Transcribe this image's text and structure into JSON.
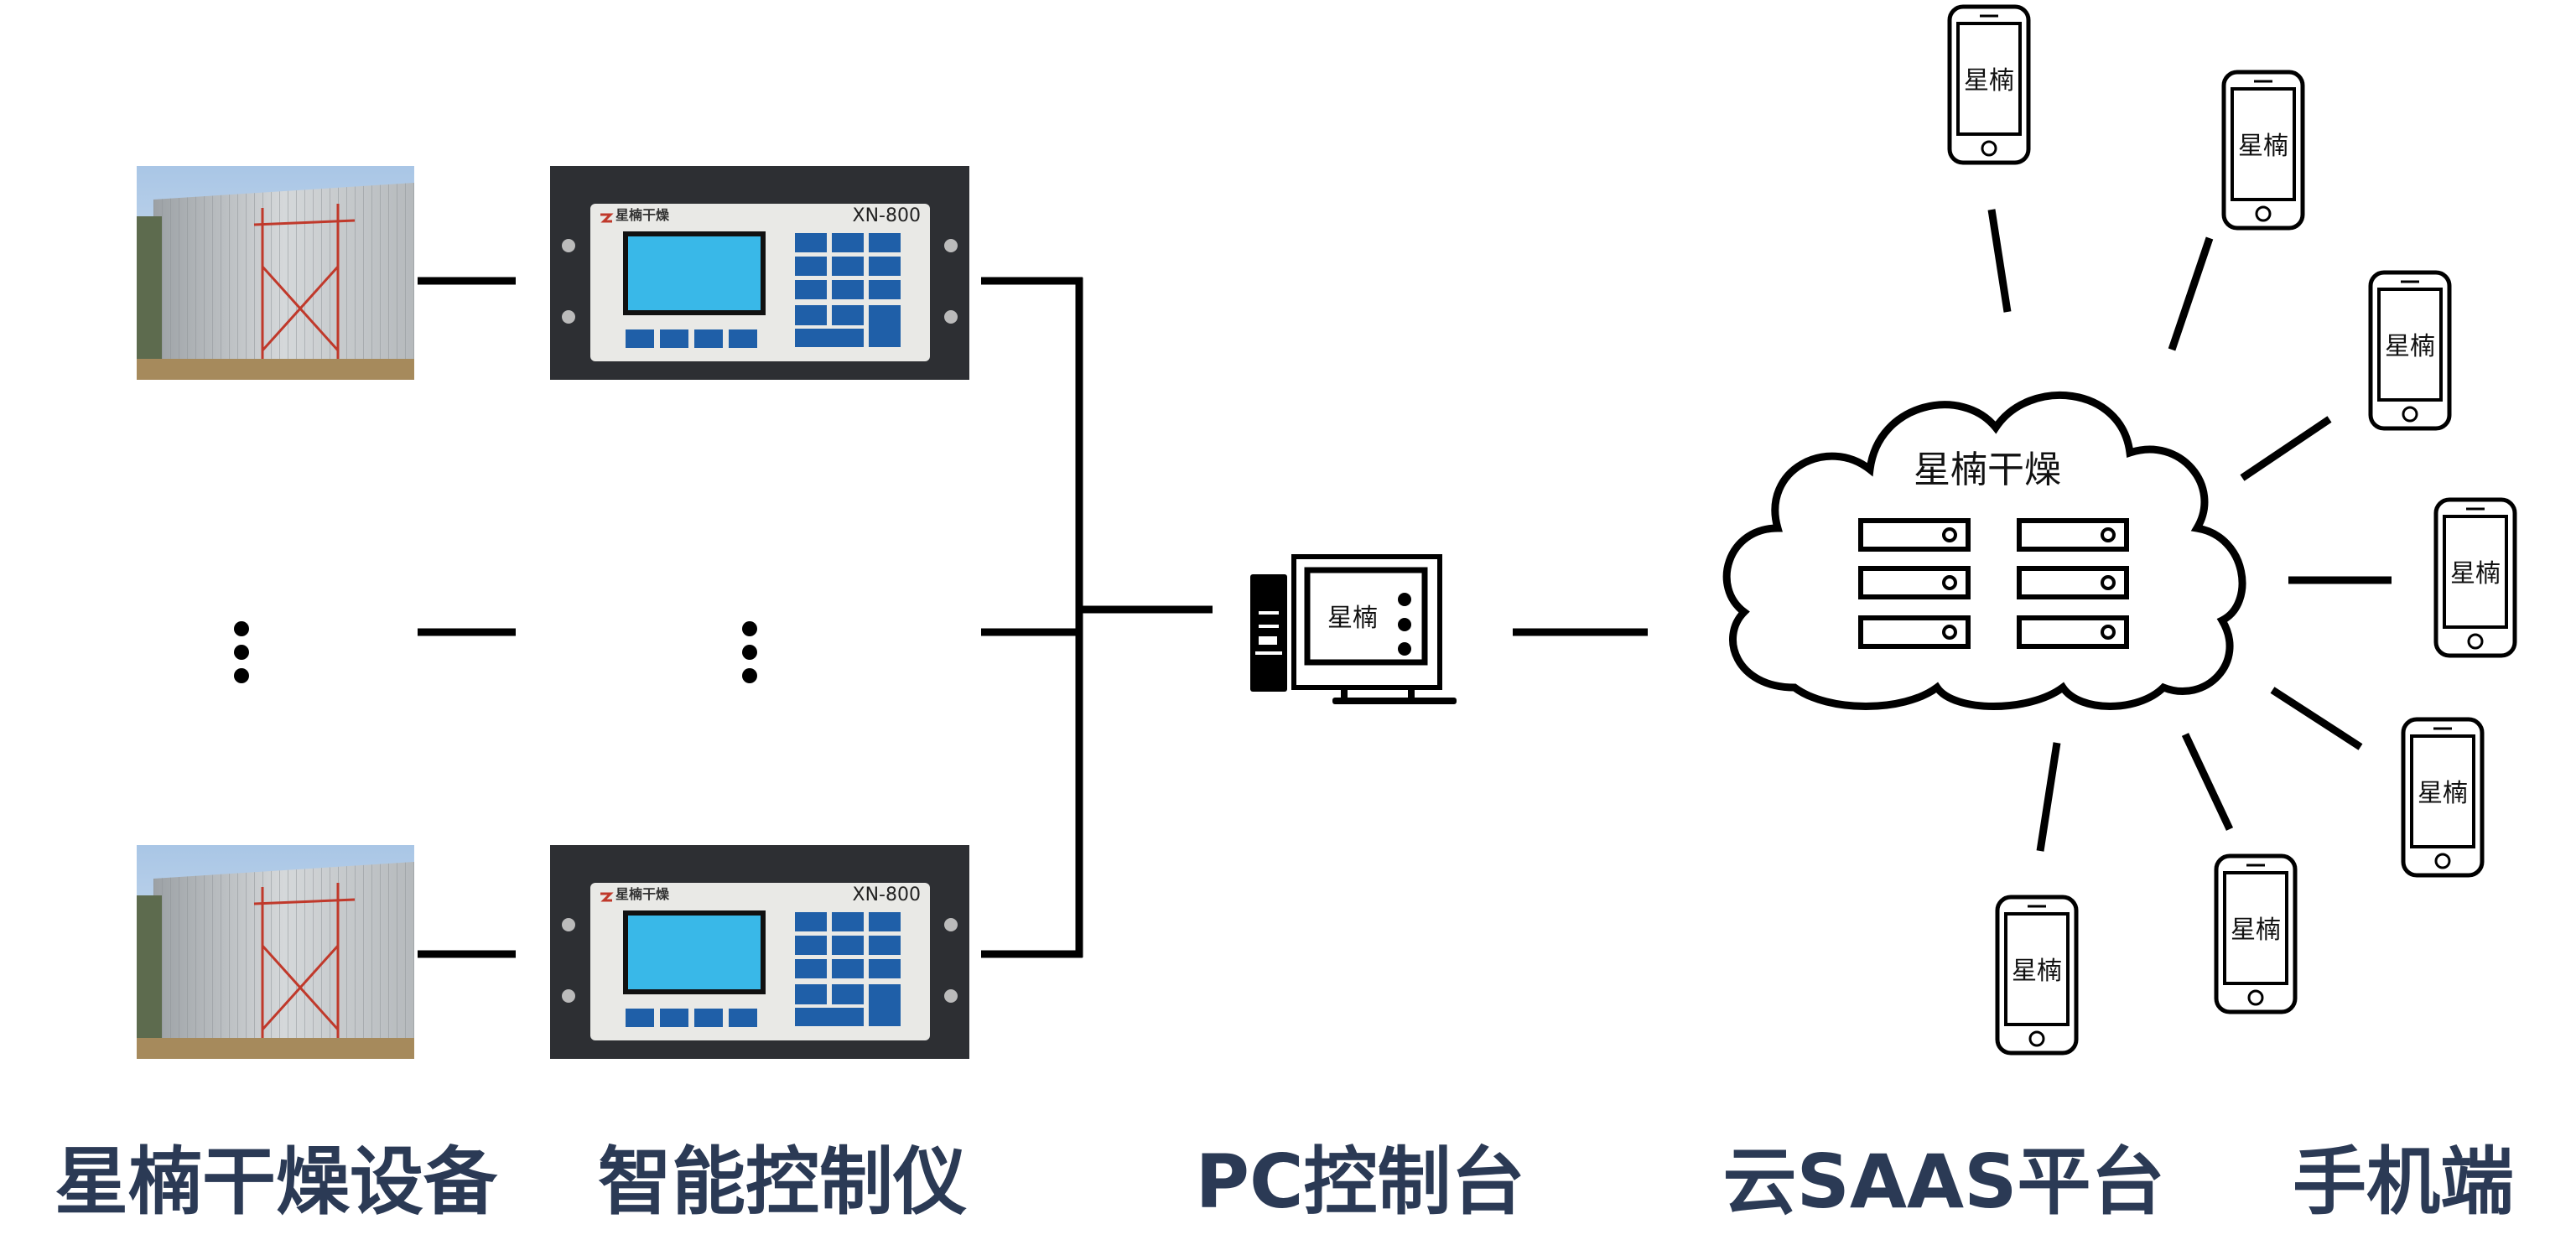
{
  "brand": "星楠",
  "cloud_title": "星楠干燥",
  "controller_model": "XN-800",
  "controller_brand": "星楠干燥",
  "pc_screen_text": "星楠",
  "phone_text": "星楠",
  "labels": {
    "equipment": "星楠干燥设备",
    "controller": "智能控制仪",
    "pc": "PC控制台",
    "cloud": "云SAAS平台",
    "mobile": "手机端"
  },
  "colors": {
    "label": "#2b3a55",
    "panel_button": "#1f5fa8",
    "screen": "#39b8e8"
  }
}
